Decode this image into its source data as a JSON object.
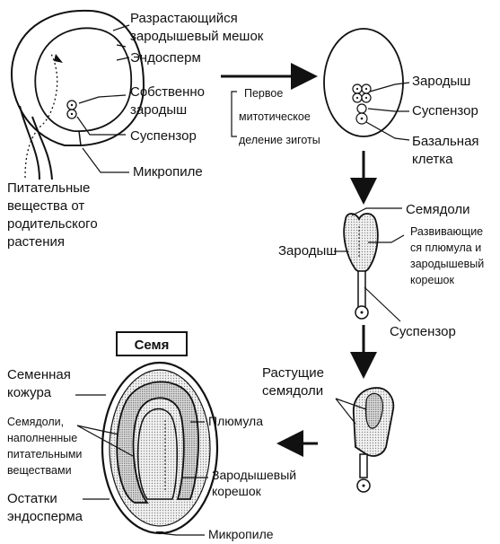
{
  "labels": {
    "sac_growing_1": "Разрастающийся",
    "sac_growing_2": "зародышевый мешок",
    "endosperm": "Эндосперм",
    "embryo_proper_1": "Собственно",
    "embryo_proper_2": "зародыш",
    "suspensor_1": "Суспензор",
    "first_div_1": "Первое",
    "first_div_2": "митотическое",
    "first_div_3": "деление зиготы",
    "micropyle_1": "Микропиле",
    "nutrients_1": "Питательные",
    "nutrients_2": "вещества от",
    "nutrients_3": "родительского",
    "nutrients_4": "растения",
    "embryo_2": "Зародыш",
    "suspensor_2": "Суспензор",
    "basal_1": "Базальная",
    "basal_2": "клетка",
    "cotyledons_3": "Семядоли",
    "embryo_3": "Зародыш",
    "developing_1": "Развивающие",
    "developing_2": "ся плюмула и",
    "developing_3": "зародышевый",
    "developing_4": "корешок",
    "suspensor_3": "Суспензор",
    "growing_cot_1": "Растущие",
    "growing_cot_2": "семядоли",
    "seed_title": "Семя",
    "seed_coat_1": "Семенная",
    "seed_coat_2": "кожура",
    "cot_filled_1": "Семядоли,",
    "cot_filled_2": "наполненные",
    "cot_filled_3": "питательными",
    "cot_filled_4": "веществами",
    "plumule": "Плюмула",
    "radicle_1": "Зародышевый",
    "radicle_2": "корешок",
    "endo_rem_1": "Остатки",
    "endo_rem_2": "эндосперма",
    "micropyle_2": "Микропиле"
  },
  "colors": {
    "ink": "#111111",
    "fill_light": "#e8e8e8",
    "fill_mid": "#cfcfcf"
  }
}
